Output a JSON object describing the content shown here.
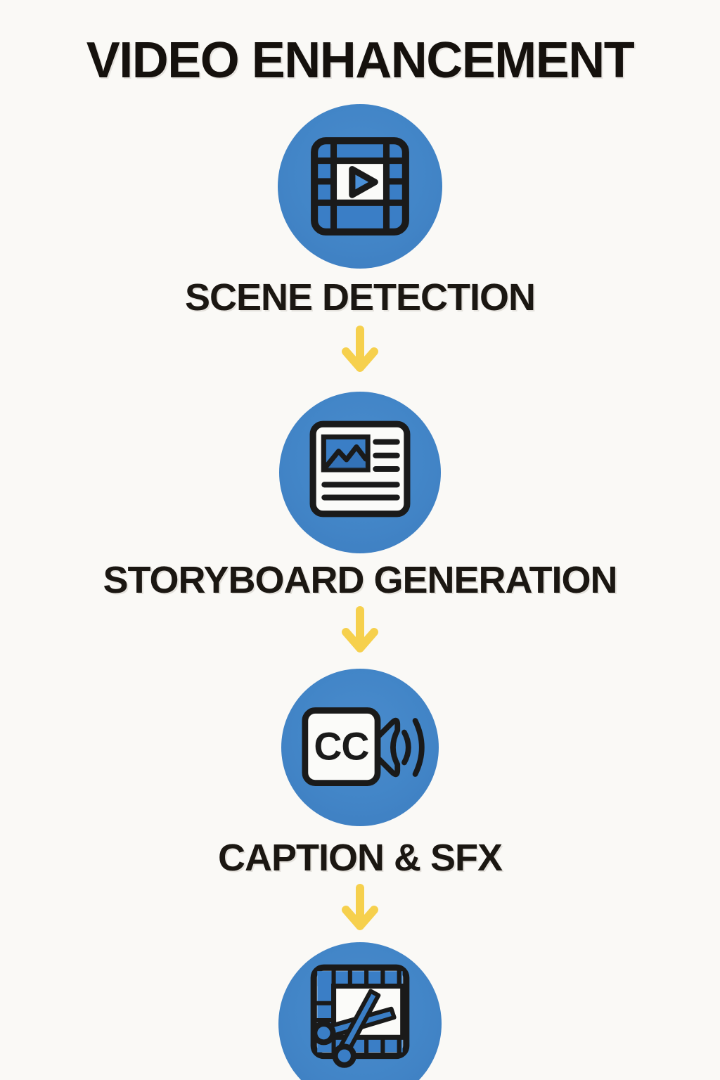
{
  "poster": {
    "title": "VIDEO ENHANCEMENT",
    "steps": [
      {
        "label": "SCENE DETECTION",
        "icon": "film-play-icon"
      },
      {
        "label": "STORYBOARD GENERATION",
        "icon": "storyboard-document-icon"
      },
      {
        "label": "CAPTION & SFX",
        "icon": "closed-caption-speaker-icon",
        "icon_text": "CC"
      },
      {
        "icon": "film-trim-scissors-icon"
      }
    ],
    "connector_icon": "down-arrow-icon",
    "colors": {
      "background": "#faf9f6",
      "circle_blue": "#4285c7",
      "icon_blue": "#3a7ec6",
      "play_blue": "#4a90d8",
      "arrow_yellow": "#f6d04d",
      "outline_black": "#1a1a1a",
      "text_black": "#1b1712",
      "paper_white": "#fbfbf9"
    }
  }
}
